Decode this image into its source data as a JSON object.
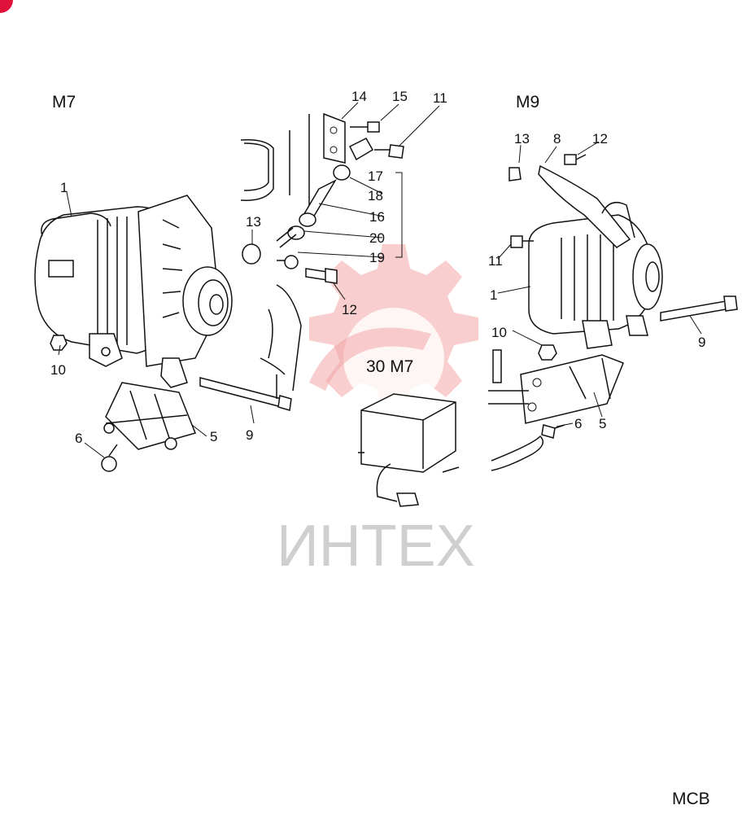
{
  "diagram": {
    "variant_left": "M7",
    "variant_right": "M9",
    "module_label": "30 M7",
    "corner_code": "MCB",
    "watermark": "ИНТЕХ",
    "left_callouts": [
      "1",
      "10",
      "13",
      "6",
      "5",
      "9"
    ],
    "center_callouts": [
      "14",
      "15",
      "11",
      "17",
      "18",
      "16",
      "20",
      "19",
      "12"
    ],
    "right_callouts": [
      "13",
      "8",
      "12",
      "11",
      "1",
      "10",
      "9",
      "5",
      "6"
    ],
    "colors": {
      "line": "#111111",
      "watermark": "#f2a6a6",
      "badge": "#e0123c"
    }
  }
}
